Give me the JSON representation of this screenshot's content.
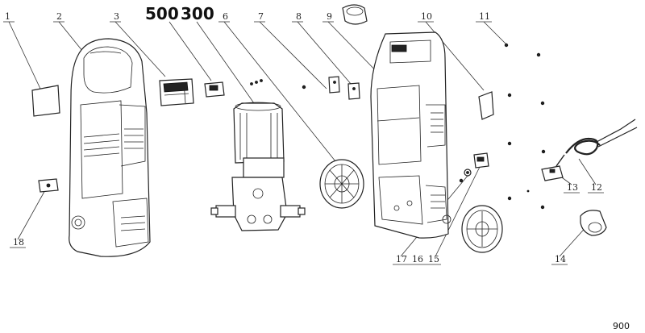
{
  "diagram": {
    "model_codes": [
      "500",
      "300"
    ],
    "page_code": "900",
    "callouts": [
      {
        "id": "1",
        "label": "1"
      },
      {
        "id": "2",
        "label": "2"
      },
      {
        "id": "3",
        "label": "3"
      },
      {
        "id": "6",
        "label": "6"
      },
      {
        "id": "7",
        "label": "7"
      },
      {
        "id": "8",
        "label": "8"
      },
      {
        "id": "9",
        "label": "9"
      },
      {
        "id": "10",
        "label": "10"
      },
      {
        "id": "11",
        "label": "11"
      },
      {
        "id": "12",
        "label": "12"
      },
      {
        "id": "13",
        "label": "13"
      },
      {
        "id": "14",
        "label": "14"
      },
      {
        "id": "15",
        "label": "15"
      },
      {
        "id": "16",
        "label": "16"
      },
      {
        "id": "17",
        "label": "17"
      },
      {
        "id": "18",
        "label": "18"
      }
    ]
  }
}
